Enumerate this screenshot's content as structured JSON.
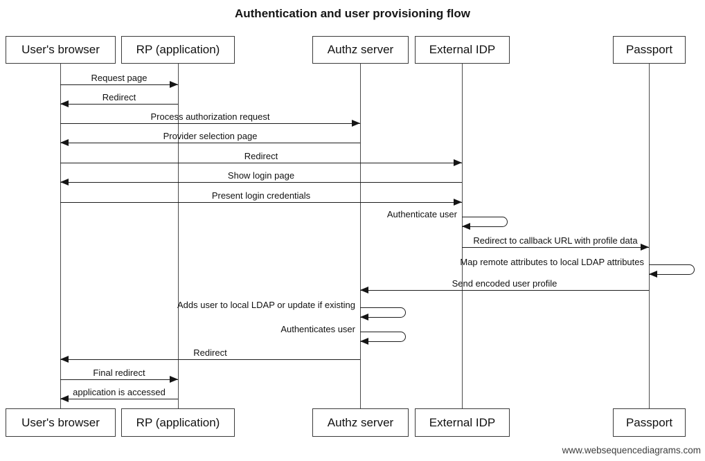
{
  "title": "Authentication and user provisioning flow",
  "watermark": "www.websequencediagrams.com",
  "actors": [
    "User's browser",
    "RP (application)",
    "Authz server",
    "External IDP",
    "Passport"
  ],
  "messages": [
    {
      "label": "Request page",
      "from": "User's browser",
      "to": "RP (application)",
      "type": "arrow"
    },
    {
      "label": "Redirect",
      "from": "RP (application)",
      "to": "User's browser",
      "type": "arrow"
    },
    {
      "label": "Process authorization request",
      "from": "User's browser",
      "to": "Authz server",
      "type": "arrow"
    },
    {
      "label": "Provider selection page",
      "from": "Authz server",
      "to": "User's browser",
      "type": "arrow"
    },
    {
      "label": "Redirect",
      "from": "User's browser",
      "to": "External IDP",
      "type": "arrow"
    },
    {
      "label": "Show login page",
      "from": "External IDP",
      "to": "User's browser",
      "type": "arrow"
    },
    {
      "label": "Present login credentials",
      "from": "User's browser",
      "to": "External IDP",
      "type": "arrow"
    },
    {
      "label": "Authenticate user",
      "from": "External IDP",
      "to": "External IDP",
      "type": "self"
    },
    {
      "label": "Redirect to callback URL with profile data",
      "from": "External IDP",
      "to": "Passport",
      "type": "arrow"
    },
    {
      "label": "Map remote attributes to local LDAP attributes",
      "from": "Passport",
      "to": "Passport",
      "type": "self"
    },
    {
      "label": "Send encoded user profile",
      "from": "Passport",
      "to": "Authz server",
      "type": "arrow"
    },
    {
      "label": "Adds user to local LDAP or update if existing",
      "from": "Authz server",
      "to": "Authz server",
      "type": "self"
    },
    {
      "label": "Authenticates user",
      "from": "Authz server",
      "to": "Authz server",
      "type": "self"
    },
    {
      "label": "Redirect",
      "from": "Authz server",
      "to": "User's browser",
      "type": "arrow"
    },
    {
      "label": "Final redirect",
      "from": "User's browser",
      "to": "RP (application)",
      "type": "arrow"
    },
    {
      "label": "application is accessed",
      "from": "RP (application)",
      "to": "User's browser",
      "type": "arrow"
    }
  ],
  "colors": {
    "stroke": "#1c1c1c",
    "text": "#111111",
    "background": "#ffffff"
  }
}
